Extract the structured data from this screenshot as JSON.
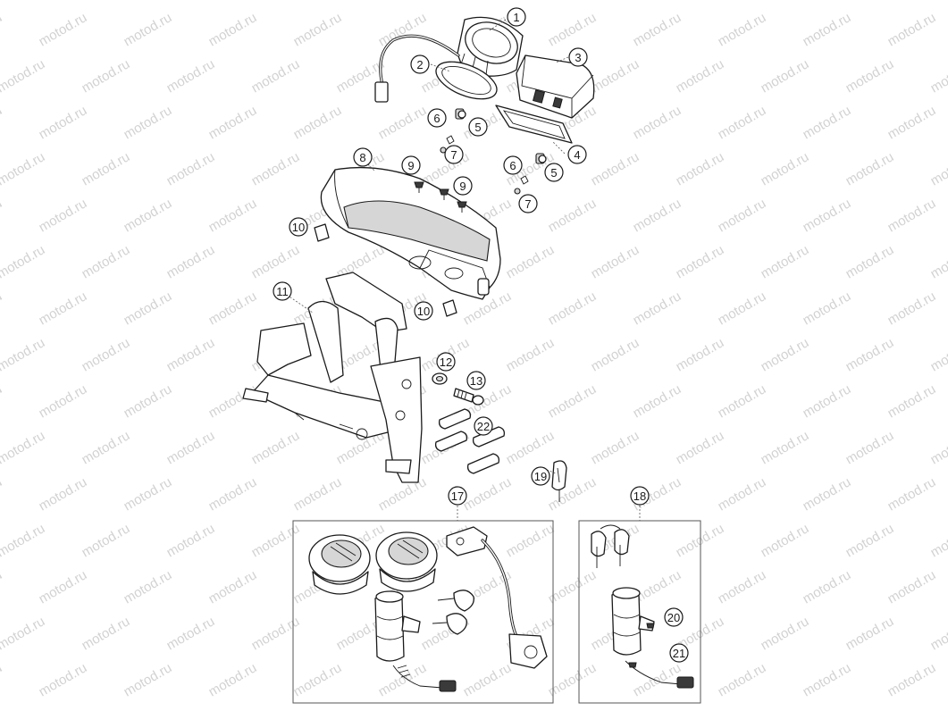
{
  "watermark": "motod.ru",
  "callouts": [
    {
      "label": "1"
    },
    {
      "label": "2"
    },
    {
      "label": "3"
    },
    {
      "label": "4"
    },
    {
      "label": "5"
    },
    {
      "label": "5"
    },
    {
      "label": "6"
    },
    {
      "label": "6"
    },
    {
      "label": "7"
    },
    {
      "label": "7"
    },
    {
      "label": "8"
    },
    {
      "label": "9"
    },
    {
      "label": "9"
    },
    {
      "label": "10"
    },
    {
      "label": "10"
    },
    {
      "label": "11"
    },
    {
      "label": "12"
    },
    {
      "label": "13"
    },
    {
      "label": "22"
    },
    {
      "label": "19"
    },
    {
      "label": "17"
    },
    {
      "label": "18"
    },
    {
      "label": "20"
    },
    {
      "label": "21"
    }
  ]
}
